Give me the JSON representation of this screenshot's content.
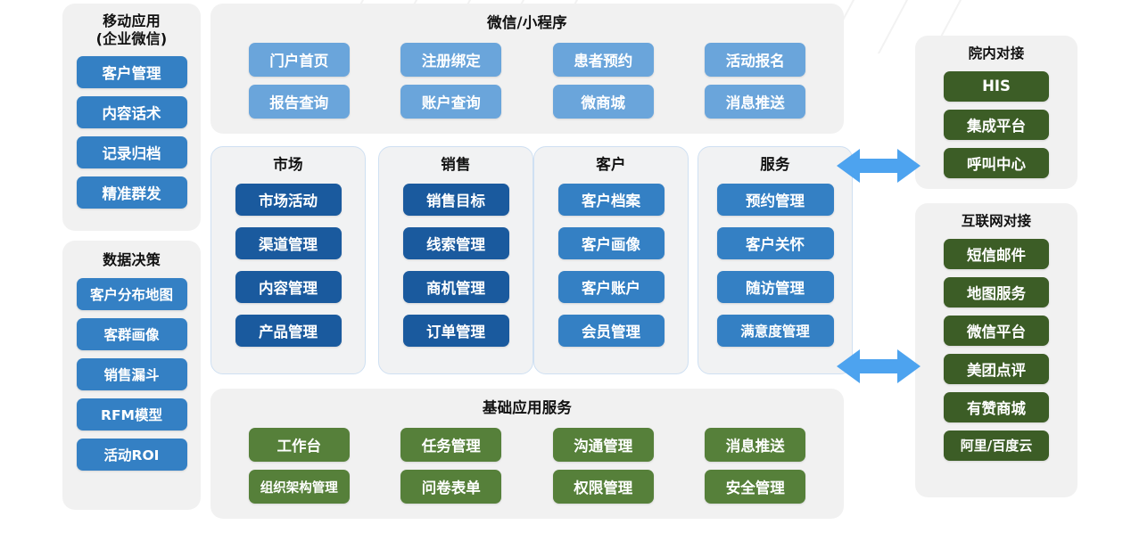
{
  "colors": {
    "blue_mid": "#3480c4",
    "blue_light": "#6aa5db",
    "blue_dark": "#1a5a9e",
    "green_mid": "#56803a",
    "green_dark": "#3c5d26",
    "arrow": "#4da3ef",
    "panel_bg": "#f1f1f1",
    "panel_border": "#cfe0f2"
  },
  "mobile_app": {
    "title_line1": "移动应用",
    "title_line2": "(企业微信)",
    "items": [
      {
        "label": "客户管理"
      },
      {
        "label": "内容话术"
      },
      {
        "label": "记录归档"
      },
      {
        "label": "精准群发"
      }
    ]
  },
  "data_decision": {
    "title": "数据决策",
    "items": [
      {
        "label": "客户分布地图"
      },
      {
        "label": "客群画像"
      },
      {
        "label": "销售漏斗"
      },
      {
        "label": "RFM模型"
      },
      {
        "label": "活动ROI"
      }
    ]
  },
  "wechat": {
    "title": "微信/小程序",
    "items": [
      {
        "label": "门户首页"
      },
      {
        "label": "注册绑定"
      },
      {
        "label": "患者预约"
      },
      {
        "label": "活动报名"
      },
      {
        "label": "报告查询"
      },
      {
        "label": "账户查询"
      },
      {
        "label": "微商城"
      },
      {
        "label": "消息推送"
      }
    ]
  },
  "columns": [
    {
      "key": "market",
      "title": "市场",
      "items": [
        {
          "label": "市场活动"
        },
        {
          "label": "渠道管理"
        },
        {
          "label": "内容管理"
        },
        {
          "label": "产品管理"
        }
      ]
    },
    {
      "key": "sales",
      "title": "销售",
      "items": [
        {
          "label": "销售目标"
        },
        {
          "label": "线索管理"
        },
        {
          "label": "商机管理"
        },
        {
          "label": "订单管理"
        }
      ]
    },
    {
      "key": "customer",
      "title": "客户",
      "items": [
        {
          "label": "客户档案"
        },
        {
          "label": "客户画像"
        },
        {
          "label": "客户账户"
        },
        {
          "label": "会员管理"
        }
      ]
    },
    {
      "key": "service",
      "title": "服务",
      "items": [
        {
          "label": "预约管理"
        },
        {
          "label": "客户关怀"
        },
        {
          "label": "随访管理"
        },
        {
          "label": "满意度管理"
        }
      ]
    }
  ],
  "base_services": {
    "title": "基础应用服务",
    "items": [
      {
        "label": "工作台"
      },
      {
        "label": "任务管理"
      },
      {
        "label": "沟通管理"
      },
      {
        "label": "消息推送"
      },
      {
        "label": "组织架构管理"
      },
      {
        "label": "问卷表单"
      },
      {
        "label": "权限管理"
      },
      {
        "label": "安全管理"
      }
    ]
  },
  "hospital_integration": {
    "title": "院内对接",
    "items": [
      {
        "label": "HIS"
      },
      {
        "label": "集成平台"
      },
      {
        "label": "呼叫中心"
      }
    ]
  },
  "internet_integration": {
    "title": "互联网对接",
    "items": [
      {
        "label": "短信邮件"
      },
      {
        "label": "地图服务"
      },
      {
        "label": "微信平台"
      },
      {
        "label": "美团点评"
      },
      {
        "label": "有赞商城"
      },
      {
        "label": "阿里/百度云"
      }
    ]
  },
  "connectors": [
    {
      "name": "hospital-link",
      "direction": "bidirectional"
    },
    {
      "name": "internet-link",
      "direction": "bidirectional"
    }
  ]
}
